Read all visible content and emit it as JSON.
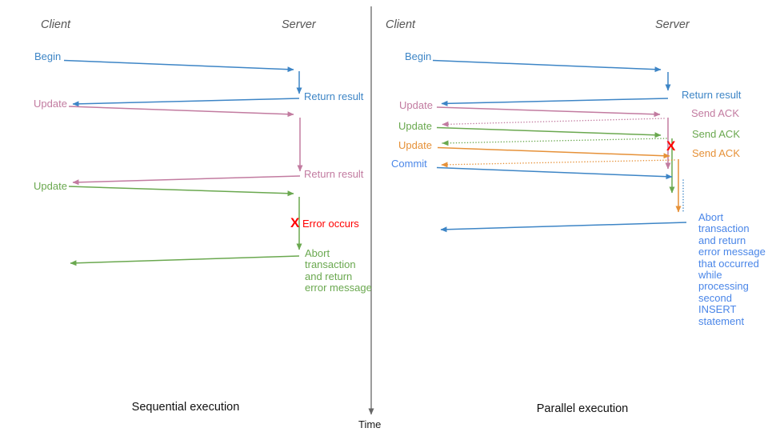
{
  "diagram": {
    "colors": {
      "blue": "#3d85c6",
      "blue_bright": "#4a86e8",
      "pink": "#c27ba0",
      "green": "#6aa84f",
      "orange": "#e69138",
      "red": "#ff0000",
      "axis": "#666666"
    },
    "time_axis": {
      "label": "Time"
    },
    "sequential": {
      "title": "Sequential execution",
      "client": "Client",
      "server": "Server",
      "begin": "Begin",
      "return1": "Return result",
      "update1": "Update",
      "return2": "Return result",
      "update2": "Update",
      "error_mark": "X",
      "error": "Error occurs",
      "abort": "Abort\ntransaction\nand return\nerror message"
    },
    "parallel": {
      "title": "Parallel execution",
      "client": "Client",
      "server": "Server",
      "begin": "Begin",
      "return1": "Return result",
      "update1": "Update",
      "ack1": "Send ACK",
      "update2": "Update",
      "ack2": "Send ACK",
      "update3": "Update",
      "ack3": "Send ACK",
      "commit": "Commit",
      "error_mark": "X",
      "abort": "Abort\ntransaction\nand return\nerror message\nthat occurred\nwhile\nprocessing\nsecond\nINSERT\nstatement"
    }
  }
}
